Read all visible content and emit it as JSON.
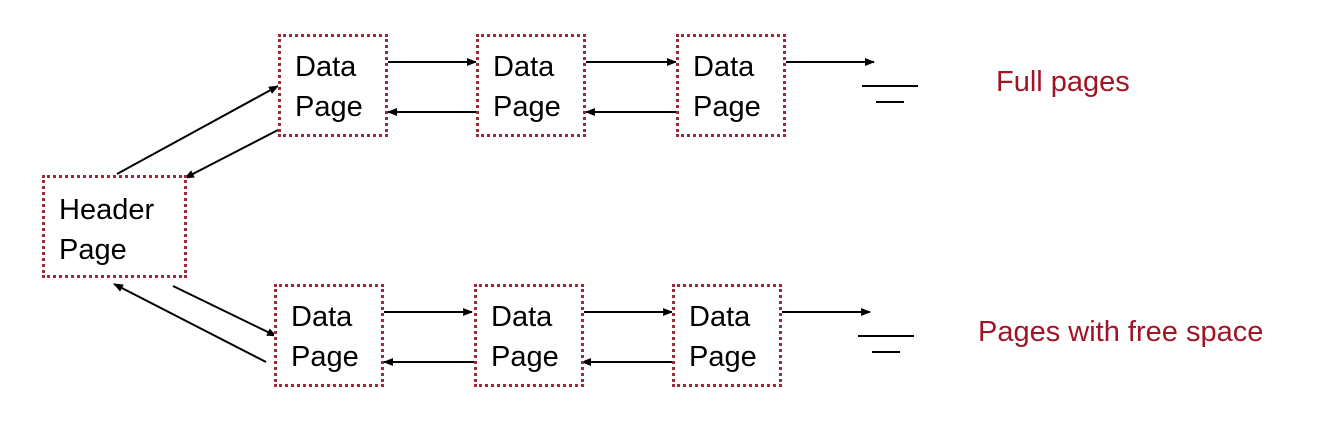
{
  "header_page": {
    "line1": "Header",
    "line2": "Page"
  },
  "data_page": {
    "line1": "Data",
    "line2": "Page"
  },
  "labels": {
    "full_pages": "Full pages",
    "free_space_pages": "Pages with free space"
  },
  "colors": {
    "box_border": "#9b2a3a",
    "label_text": "#a01526",
    "arrow": "#000000"
  }
}
